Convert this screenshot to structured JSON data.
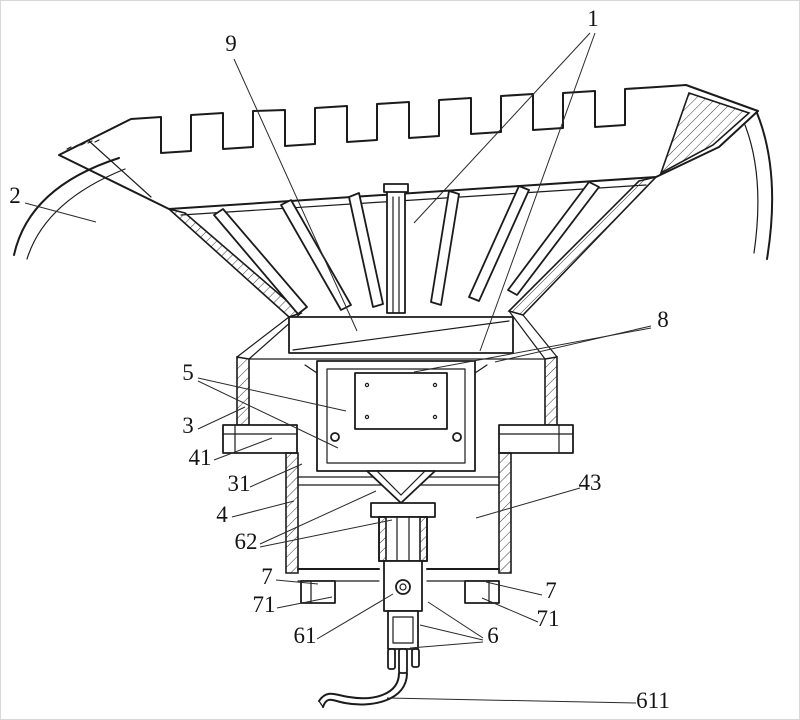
{
  "figure": {
    "kind": "patent-line-drawing",
    "background_color": "#ffffff",
    "line_color": "#1b1b1b"
  },
  "labels": {
    "l1": "1",
    "l2": "2",
    "l9": "9",
    "l8": "8",
    "l5": "5",
    "l3": "3",
    "l41": "41",
    "l31": "31",
    "l4": "4",
    "l62": "62",
    "l7_left": "7",
    "l71_left": "71",
    "l61": "61",
    "l6": "6",
    "l7_right": "7",
    "l71_right": "71",
    "l43": "43",
    "l611": "611"
  }
}
